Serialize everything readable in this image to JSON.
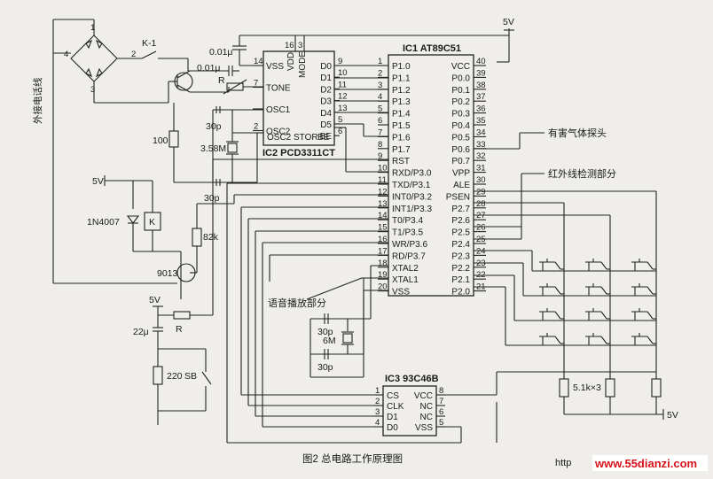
{
  "chips": {
    "ic1": {
      "title": "IC1 AT89C51",
      "left_pins": [
        {
          "num": "1",
          "name": "P1.0"
        },
        {
          "num": "2",
          "name": "P1.1"
        },
        {
          "num": "3",
          "name": "P1.2"
        },
        {
          "num": "4",
          "name": "P1.3"
        },
        {
          "num": "5",
          "name": "P1.4"
        },
        {
          "num": "6",
          "name": "P1.5"
        },
        {
          "num": "7",
          "name": "P1.6"
        },
        {
          "num": "8",
          "name": "P1.7"
        },
        {
          "num": "9",
          "name": "RST"
        },
        {
          "num": "10",
          "name": "RXD/P3.0"
        },
        {
          "num": "11",
          "name": "TXD/P3.1"
        },
        {
          "num": "12",
          "name": "INT0/P3.2"
        },
        {
          "num": "13",
          "name": "INT1/P3.3"
        },
        {
          "num": "14",
          "name": "T0/P3.4"
        },
        {
          "num": "15",
          "name": "T1/P3.5"
        },
        {
          "num": "16",
          "name": "WR/P3.6"
        },
        {
          "num": "17",
          "name": "RD/P3.7"
        },
        {
          "num": "18",
          "name": "XTAL2"
        },
        {
          "num": "19",
          "name": "XTAL1"
        },
        {
          "num": "20",
          "name": "VSS"
        }
      ],
      "right_pins": [
        {
          "num": "40",
          "name": "VCC"
        },
        {
          "num": "39",
          "name": "P0.0"
        },
        {
          "num": "38",
          "name": "P0.1"
        },
        {
          "num": "37",
          "name": "P0.2"
        },
        {
          "num": "36",
          "name": "P0.3"
        },
        {
          "num": "35",
          "name": "P0.4"
        },
        {
          "num": "34",
          "name": "P0.5"
        },
        {
          "num": "33",
          "name": "P0.6"
        },
        {
          "num": "32",
          "name": "P0.7"
        },
        {
          "num": "31",
          "name": "VPP"
        },
        {
          "num": "30",
          "name": "ALE"
        },
        {
          "num": "29",
          "name": "PSEN"
        },
        {
          "num": "28",
          "name": "P2.7"
        },
        {
          "num": "27",
          "name": "P2.6"
        },
        {
          "num": "26",
          "name": "P2.5"
        },
        {
          "num": "25",
          "name": "P2.4"
        },
        {
          "num": "24",
          "name": "P2.3"
        },
        {
          "num": "23",
          "name": "P2.2"
        },
        {
          "num": "22",
          "name": "P2.1"
        },
        {
          "num": "21",
          "name": "P2.0"
        }
      ]
    },
    "ic2": {
      "title": "IC2 PCD3311CT",
      "left_pins": [
        {
          "num": "14",
          "name": "VSS"
        },
        {
          "num": "7",
          "name": "TONE"
        },
        {
          "num": "",
          "name": "OSC1"
        },
        {
          "num": "2",
          "name": "OSC2"
        }
      ],
      "right_pins": [
        {
          "num": "9",
          "name": "D0"
        },
        {
          "num": "10",
          "name": "D1"
        },
        {
          "num": "11",
          "name": "D2"
        },
        {
          "num": "12",
          "name": "D3"
        },
        {
          "num": "13",
          "name": "D4"
        },
        {
          "num": "5",
          "name": "D5"
        },
        {
          "num": "6",
          "name": "BE"
        }
      ],
      "bottom_labels": [
        "OSC2",
        "STOR",
        "BE"
      ],
      "top_pins": [
        {
          "num": "16",
          "name": "VDD"
        },
        {
          "num": "3",
          "name": "MODE"
        }
      ]
    },
    "ic3": {
      "title": "IC3 93C46B",
      "left_pins": [
        {
          "num": "1",
          "name": "CS"
        },
        {
          "num": "2",
          "name": "CLK"
        },
        {
          "num": "3",
          "name": "D1"
        },
        {
          "num": "4",
          "name": "D0"
        }
      ],
      "right_pins": [
        {
          "num": "8",
          "name": "VCC"
        },
        {
          "num": "7",
          "name": "NC"
        },
        {
          "num": "6",
          "name": "NC"
        },
        {
          "num": "5",
          "name": "VSS"
        }
      ]
    }
  },
  "components": {
    "line_label": "外接电话线",
    "k1": "K-1",
    "bridge_pins": [
      "1",
      "2",
      "3",
      "4"
    ],
    "cap_001_a": "0.01μ",
    "cap_001_b": "0.01μ",
    "r_tone": "R",
    "cap_30p_a": "30p",
    "crystal_358": "3.58M",
    "cap_30p_b": "30p",
    "r100": "100",
    "vcc5_left": "5V",
    "diode": "1N4007",
    "relay": "K",
    "r82k": "82k",
    "transistor": "9013",
    "vcc5_reset": "5V",
    "cap_22u": "22μ",
    "r_reset": "R",
    "r220": "220",
    "sb": "SB",
    "vcc5_top": "5V",
    "voice_label": "语音播放部分",
    "cap_30p_c": "30p",
    "crystal_6m": "6M",
    "cap_30p_d": "30p",
    "gas_label": "有害气体探头",
    "ir_label": "红外线检测部分",
    "pullups": "5.1k×3",
    "vcc5_bottom": "5V"
  },
  "caption": "图2  总电路工作原理图",
  "watermark": {
    "prefix": "http",
    "site": "www.55dianzi.com"
  }
}
